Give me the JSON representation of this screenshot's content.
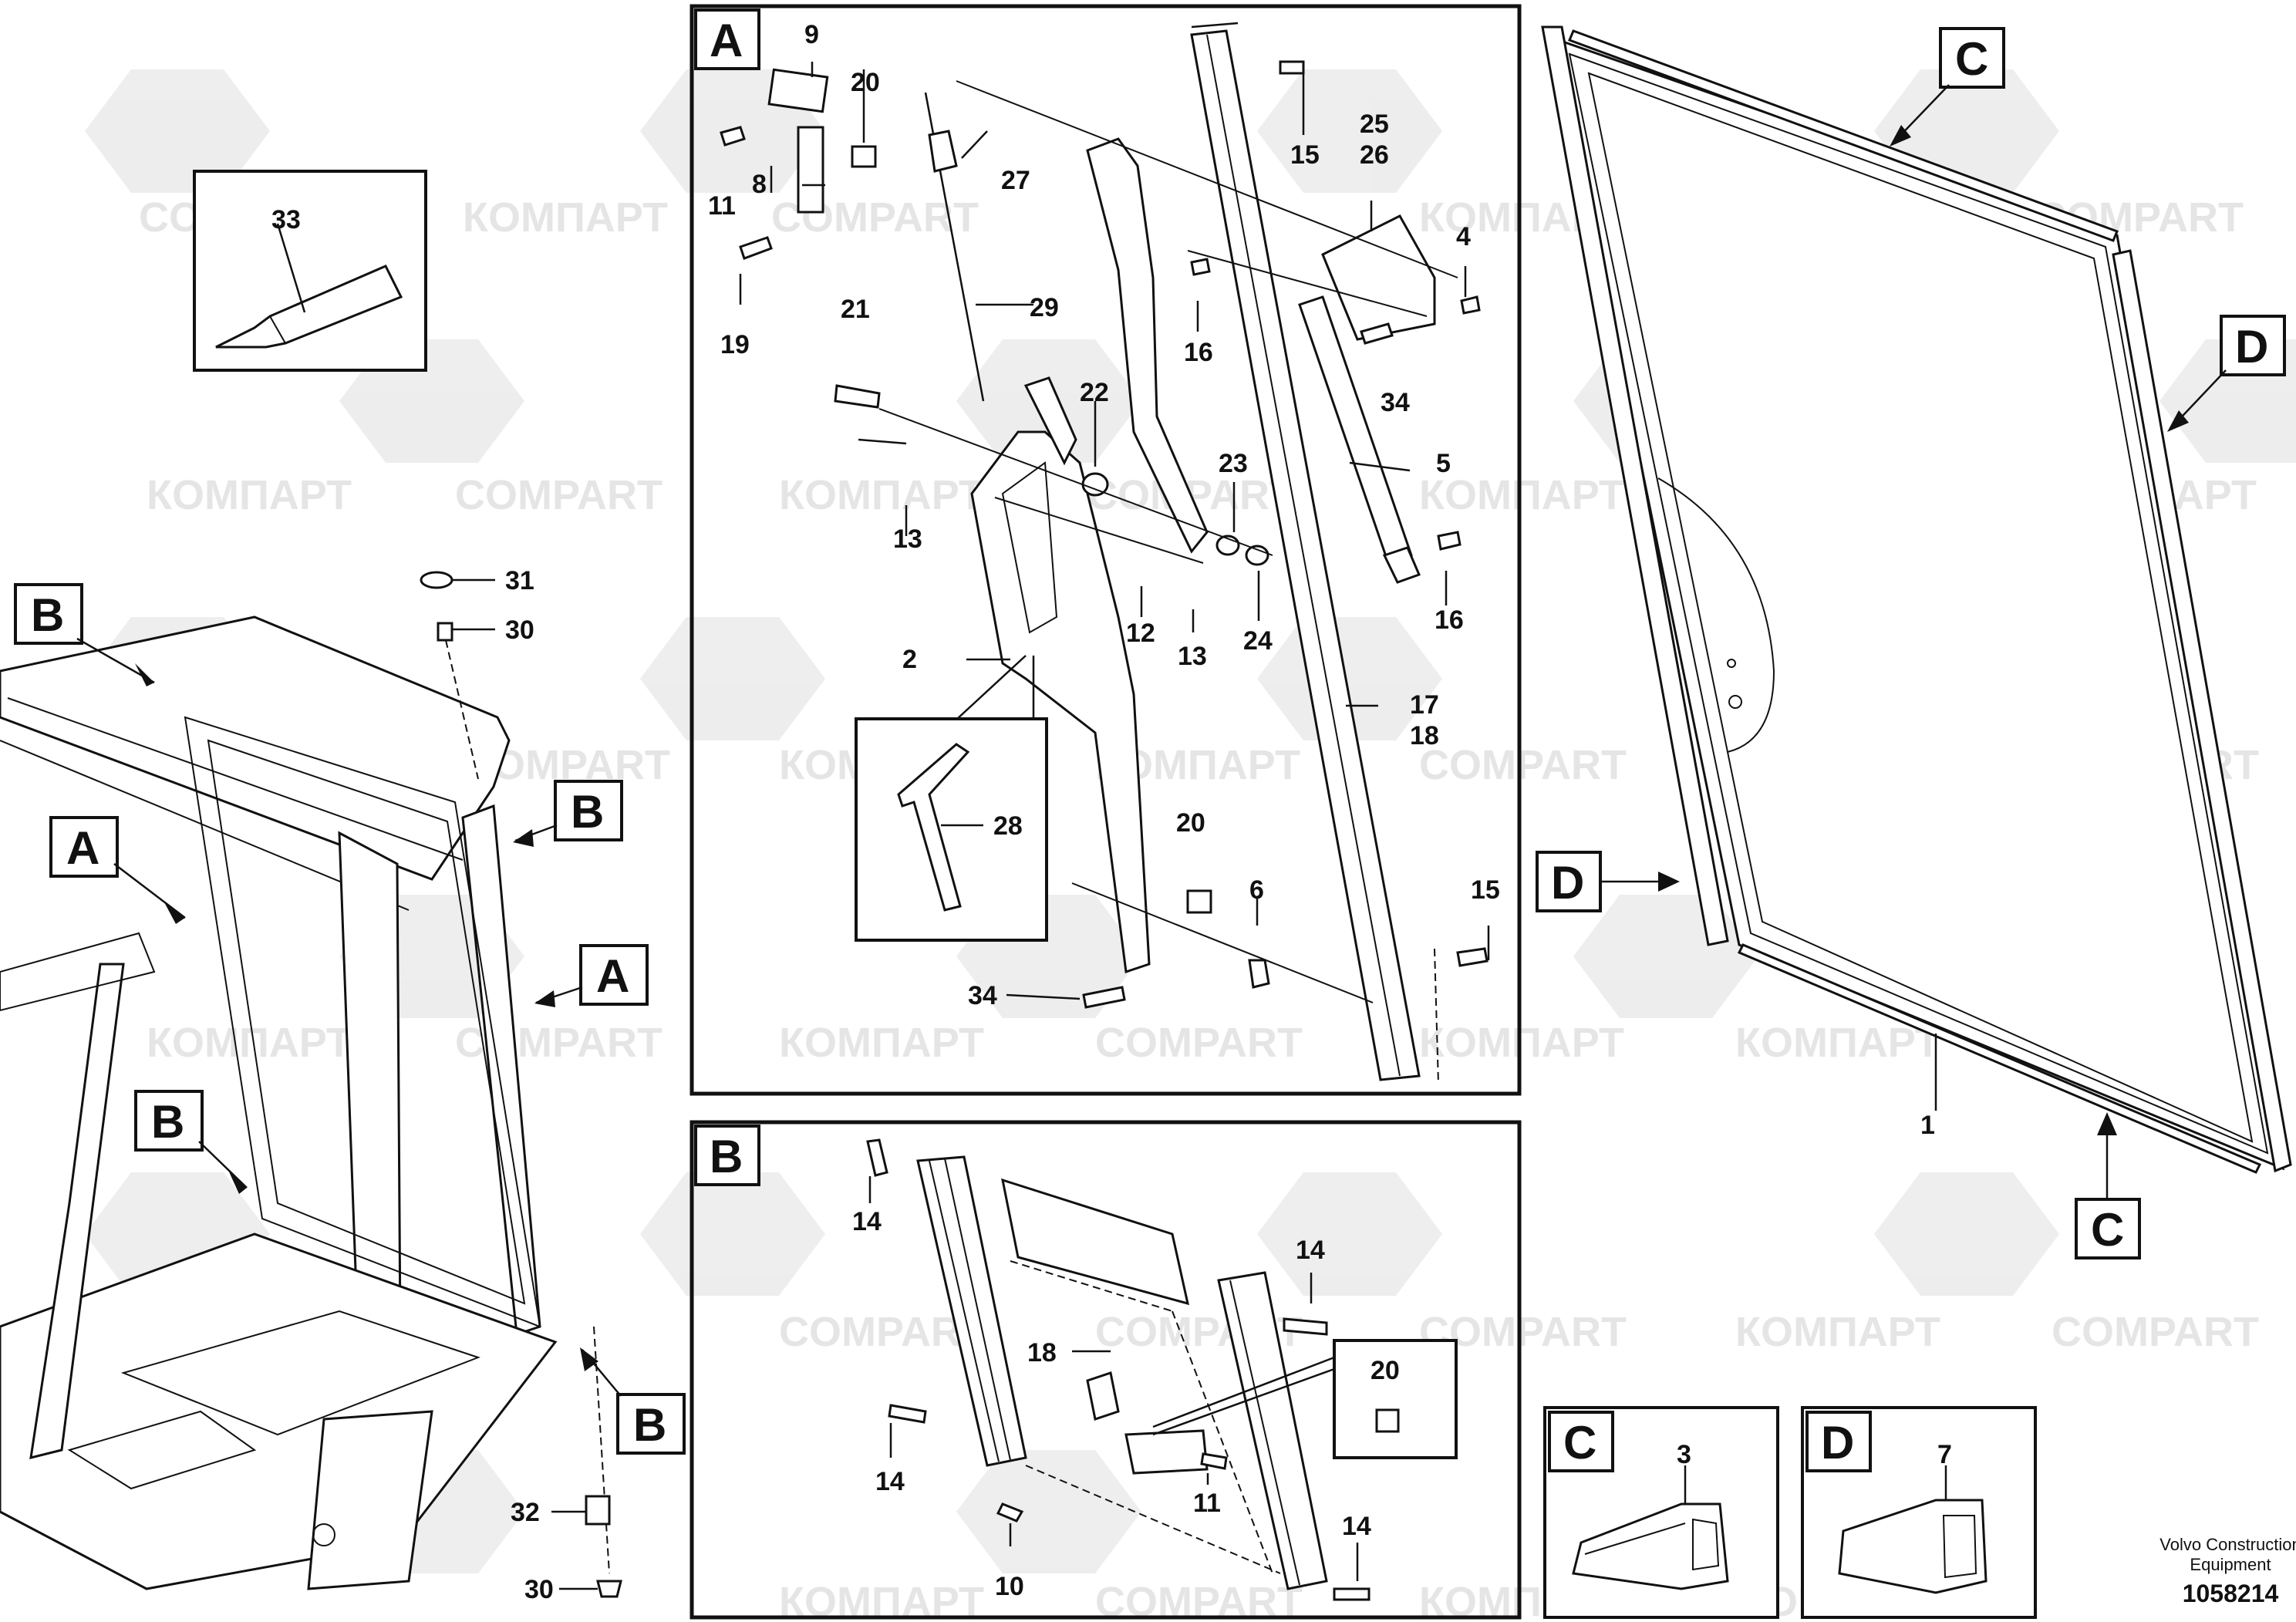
{
  "watermarks": {
    "latin": "COMPART",
    "cyrillic": "КОМПАРТ"
  },
  "views": {
    "A": "A",
    "B": "B",
    "C": "C",
    "D": "D"
  },
  "callouts": {
    "p1": "1",
    "p2": "2",
    "p3": "3",
    "p4": "4",
    "p5": "5",
    "p6": "6",
    "p7": "7",
    "p8": "8",
    "p9": "9",
    "p10": "10",
    "p11a": "11",
    "p11b": "11",
    "p12": "12",
    "p13a": "13",
    "p13b": "13",
    "p14a": "14",
    "p14b": "14",
    "p14c": "14",
    "p14d": "14",
    "p15a": "15",
    "p15b": "15",
    "p16a": "16",
    "p16b": "16",
    "p17": "17",
    "p18a": "18",
    "p18b": "18",
    "p19": "19",
    "p20a": "20",
    "p20b": "20",
    "p20c": "20",
    "p21": "21",
    "p22": "22",
    "p23": "23",
    "p24": "24",
    "p25": "25",
    "p26": "26",
    "p27": "27",
    "p28": "28",
    "p29": "29",
    "p30a": "30",
    "p30b": "30",
    "p31": "31",
    "p32": "32",
    "p33": "33",
    "p34a": "34",
    "p34b": "34"
  },
  "footer": {
    "brand_line1": "Volvo Construction",
    "brand_line2": "Equipment",
    "drawing_number": "1058214"
  }
}
